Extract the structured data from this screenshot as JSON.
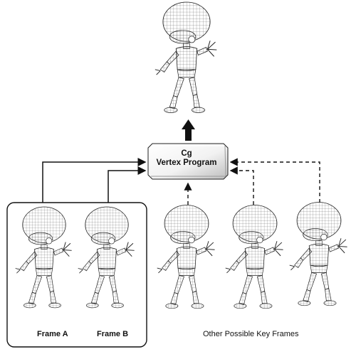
{
  "program": {
    "line1": "Cg",
    "line2": "Vertex Program"
  },
  "frames": {
    "a_label": "Frame A",
    "b_label": "Frame B",
    "other_label": "Other Possible Key Frames"
  },
  "colors": {
    "stroke": "#111111",
    "box_fill_light": "#ffffff",
    "box_fill_dark": "#c8c8c8"
  }
}
